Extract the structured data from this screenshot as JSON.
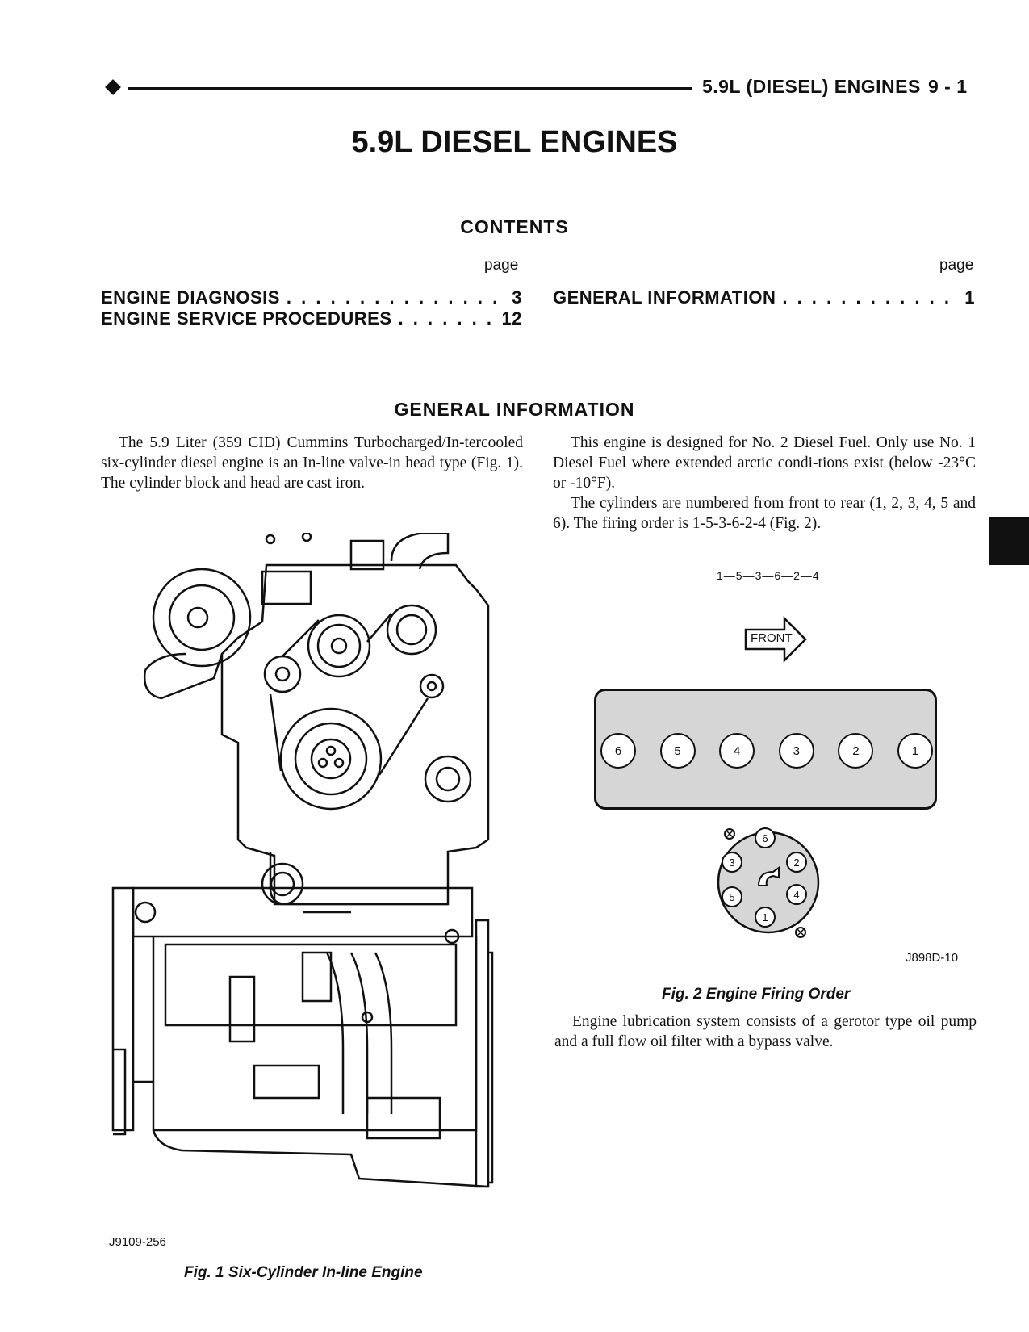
{
  "header": {
    "section": "5.9L (DIESEL) ENGINES",
    "page": "9 - 1"
  },
  "title": "5.9L DIESEL ENGINES",
  "contents": {
    "heading": "CONTENTS",
    "page_label": "page",
    "left": [
      {
        "label": "ENGINE DIAGNOSIS",
        "page": "3"
      },
      {
        "label": "ENGINE SERVICE PROCEDURES",
        "page": "12"
      }
    ],
    "right": [
      {
        "label": "GENERAL INFORMATION",
        "page": "1"
      }
    ]
  },
  "general_information": {
    "heading": "GENERAL INFORMATION",
    "left_paragraph": "The 5.9 Liter (359 CID) Cummins Turbocharged/In-tercooled six-cylinder diesel engine is an In-line valve-in head type (Fig. 1). The cylinder block and head are cast iron.",
    "right_paragraphs": [
      "This engine is designed for No. 2 Diesel Fuel. Only use No. 1 Diesel Fuel where extended arctic condi-tions exist (below -23°C or -10°F).",
      "The cylinders are numbered from front to rear (1, 2, 3, 4, 5 and 6). The firing order is 1-5-3-6-2-4 (Fig. 2)."
    ],
    "lubrication_paragraph": "Engine lubrication system consists of a gerotor type oil pump and a full flow oil filter with a bypass valve."
  },
  "figure1": {
    "id": "J9109-256",
    "caption": "Fig. 1 Six-Cylinder In-line Engine"
  },
  "figure2": {
    "firing_order": "1—5—3—6—2—4",
    "front_label": "FRONT",
    "cylinders": [
      "6",
      "5",
      "4",
      "3",
      "2",
      "1"
    ],
    "distributor": [
      "6",
      "2",
      "4",
      "1",
      "5",
      "3"
    ],
    "id": "J898D-10",
    "caption": "Fig. 2 Engine Firing Order"
  }
}
